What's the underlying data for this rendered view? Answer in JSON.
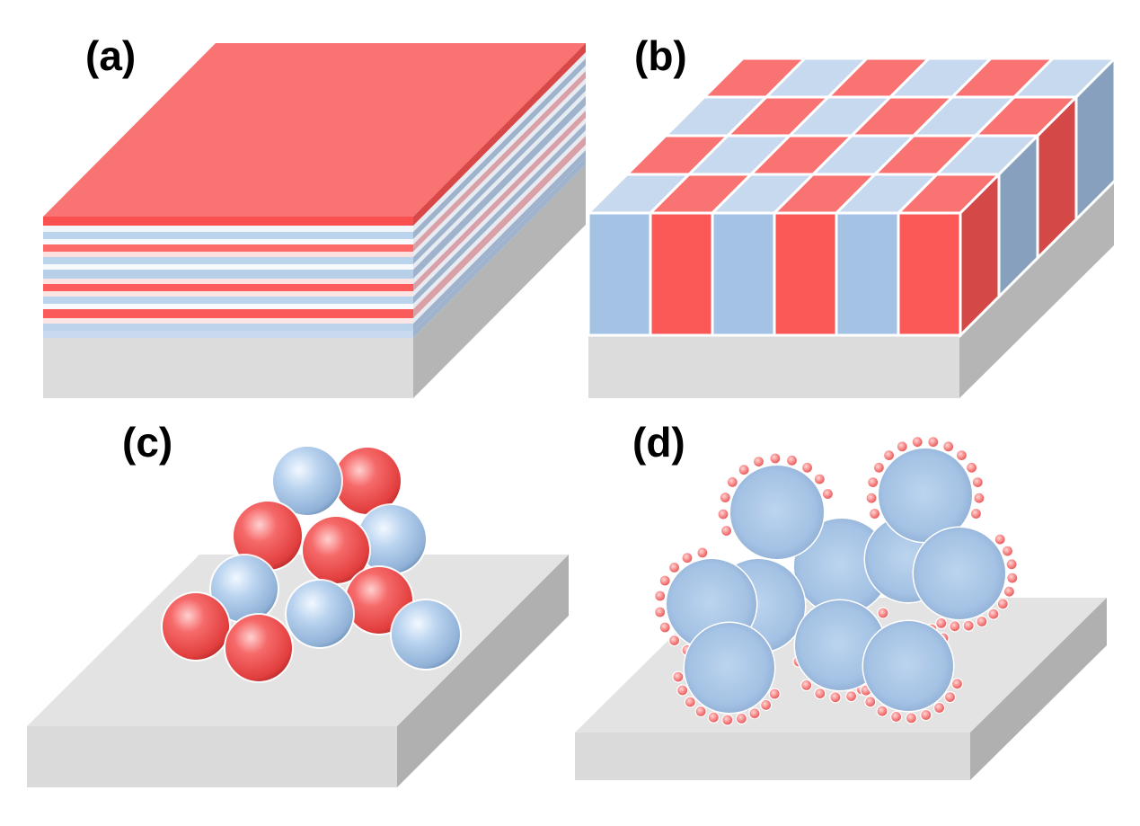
{
  "panels": [
    {
      "label": "(a)",
      "kind": "stacked-layers"
    },
    {
      "label": "(b)",
      "kind": "vertical-columns"
    },
    {
      "label": "(c)",
      "kind": "mixed-particles"
    },
    {
      "label": "(d)",
      "kind": "decorated-particles"
    }
  ],
  "colors": {
    "red_top": "#f97373",
    "red_front": "#fb5858",
    "red_side": "#d54848",
    "blue_top": "#c7d9ef",
    "blue_front": "#a3c2e4",
    "blue_side": "#86a0bd",
    "substrate_top": "#e6e6e6",
    "substrate_front": "#dcdcdc",
    "substrate_side": "#b3b3b3",
    "background": "#ffffff"
  }
}
